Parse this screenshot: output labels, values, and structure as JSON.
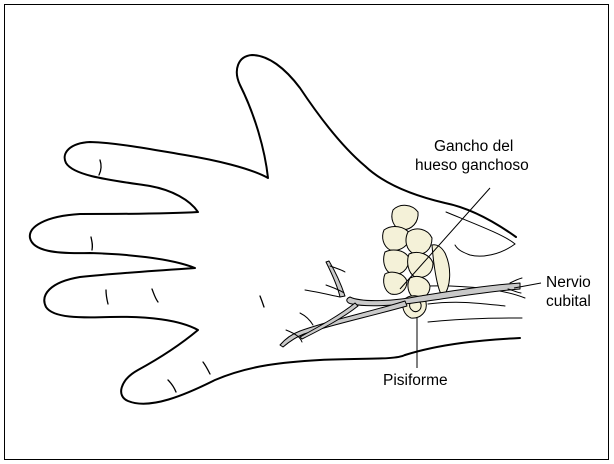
{
  "figure": {
    "labels": {
      "hamate_hook_line1": "Gancho del",
      "hamate_hook_line2": "hueso ganchoso",
      "ulnar_nerve_line1": "Nervio",
      "ulnar_nerve_line2": "cubital",
      "pisiform": "Pisiforme"
    },
    "colors": {
      "outline": "#000000",
      "bone_fill": "#f4f1d8",
      "nerve_fill": "#c9c9c9",
      "background": "#ffffff"
    }
  }
}
